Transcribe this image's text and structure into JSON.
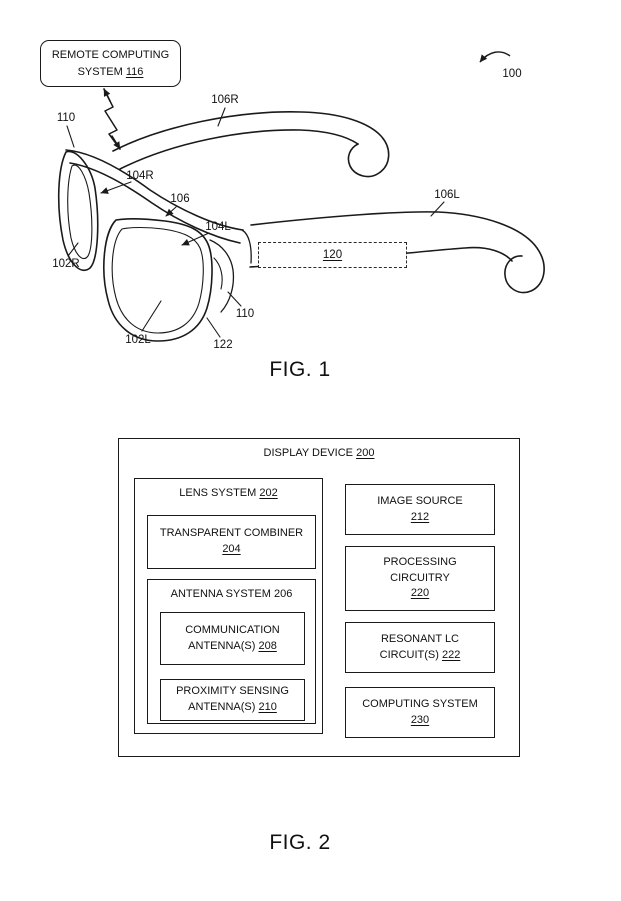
{
  "fig1": {
    "caption": "FIG. 1",
    "remote_box": {
      "line1": "REMOTE COMPUTING",
      "line2": "SYSTEM",
      "num": "116"
    },
    "refs": {
      "n100": "100",
      "n110a": "110",
      "n106R": "106R",
      "n104R": "104R",
      "n106": "106",
      "n104L": "104L",
      "n106L": "106L",
      "n102R": "102R",
      "n102L": "102L",
      "n122": "122",
      "n110b": "110",
      "n120": "120"
    }
  },
  "fig2": {
    "caption": "FIG. 2",
    "display_device": {
      "label": "DISPLAY DEVICE",
      "num": "200"
    },
    "lens_system": {
      "label": "LENS SYSTEM",
      "num": "202"
    },
    "transparent_combiner": {
      "line1": "TRANSPARENT COMBINER",
      "num": "204"
    },
    "antenna_system": {
      "label": "ANTENNA SYSTEM",
      "num": "206"
    },
    "communication_antennas": {
      "line1": "COMMUNICATION",
      "line2": "ANTENNA(S)",
      "num": "208"
    },
    "proximity_antennas": {
      "line1": "PROXIMITY SENSING",
      "line2": "ANTENNA(S)",
      "num": "210"
    },
    "image_source": {
      "line1": "IMAGE SOURCE",
      "num": "212"
    },
    "processing_circuitry": {
      "line1": "PROCESSING",
      "line2": "CIRCUITRY",
      "num": "220"
    },
    "resonant_lc": {
      "line1": "RESONANT LC",
      "line2": "CIRCUIT(S)",
      "num": "222"
    },
    "computing_system": {
      "line1": "COMPUTING SYSTEM",
      "num": "230"
    }
  }
}
